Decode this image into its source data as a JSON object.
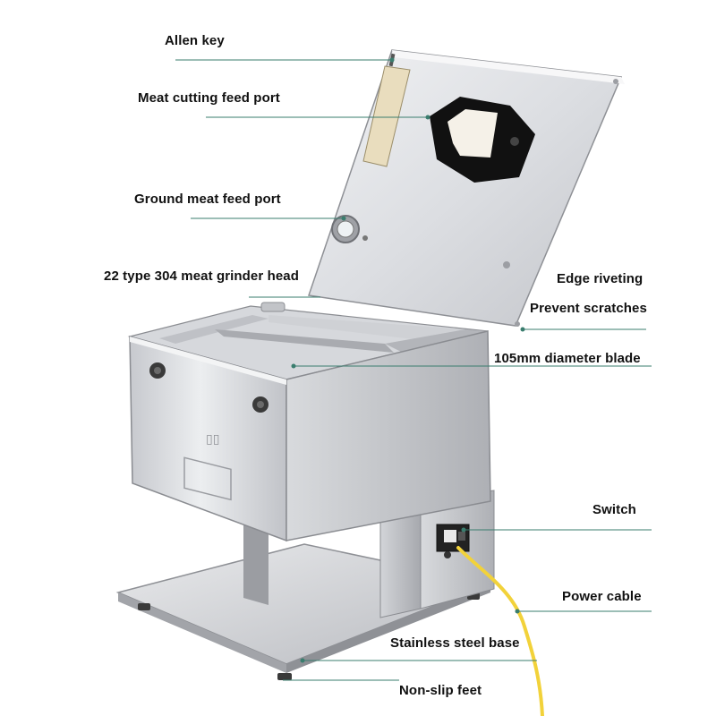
{
  "callouts": {
    "allen_key": "Allen key",
    "meat_cutting_feed_port": "Meat cutting feed port",
    "ground_meat_feed_port": "Ground meat feed port",
    "grinder_head": "22 type 304 meat grinder head",
    "edge_riveting": "Edge riveting",
    "prevent_scratches": "Prevent scratches",
    "blade": "105mm diameter blade",
    "switch": "Switch",
    "power_cable": "Power cable",
    "stainless_base": "Stainless steel base",
    "non_slip_feet": "Non-slip feet"
  },
  "colors": {
    "leader_line": "#3a7d6e",
    "steel_light": "#e6e7ea",
    "steel_mid": "#c9cbd0",
    "steel_dark": "#9a9ca2",
    "cable": "#f2d23a"
  }
}
